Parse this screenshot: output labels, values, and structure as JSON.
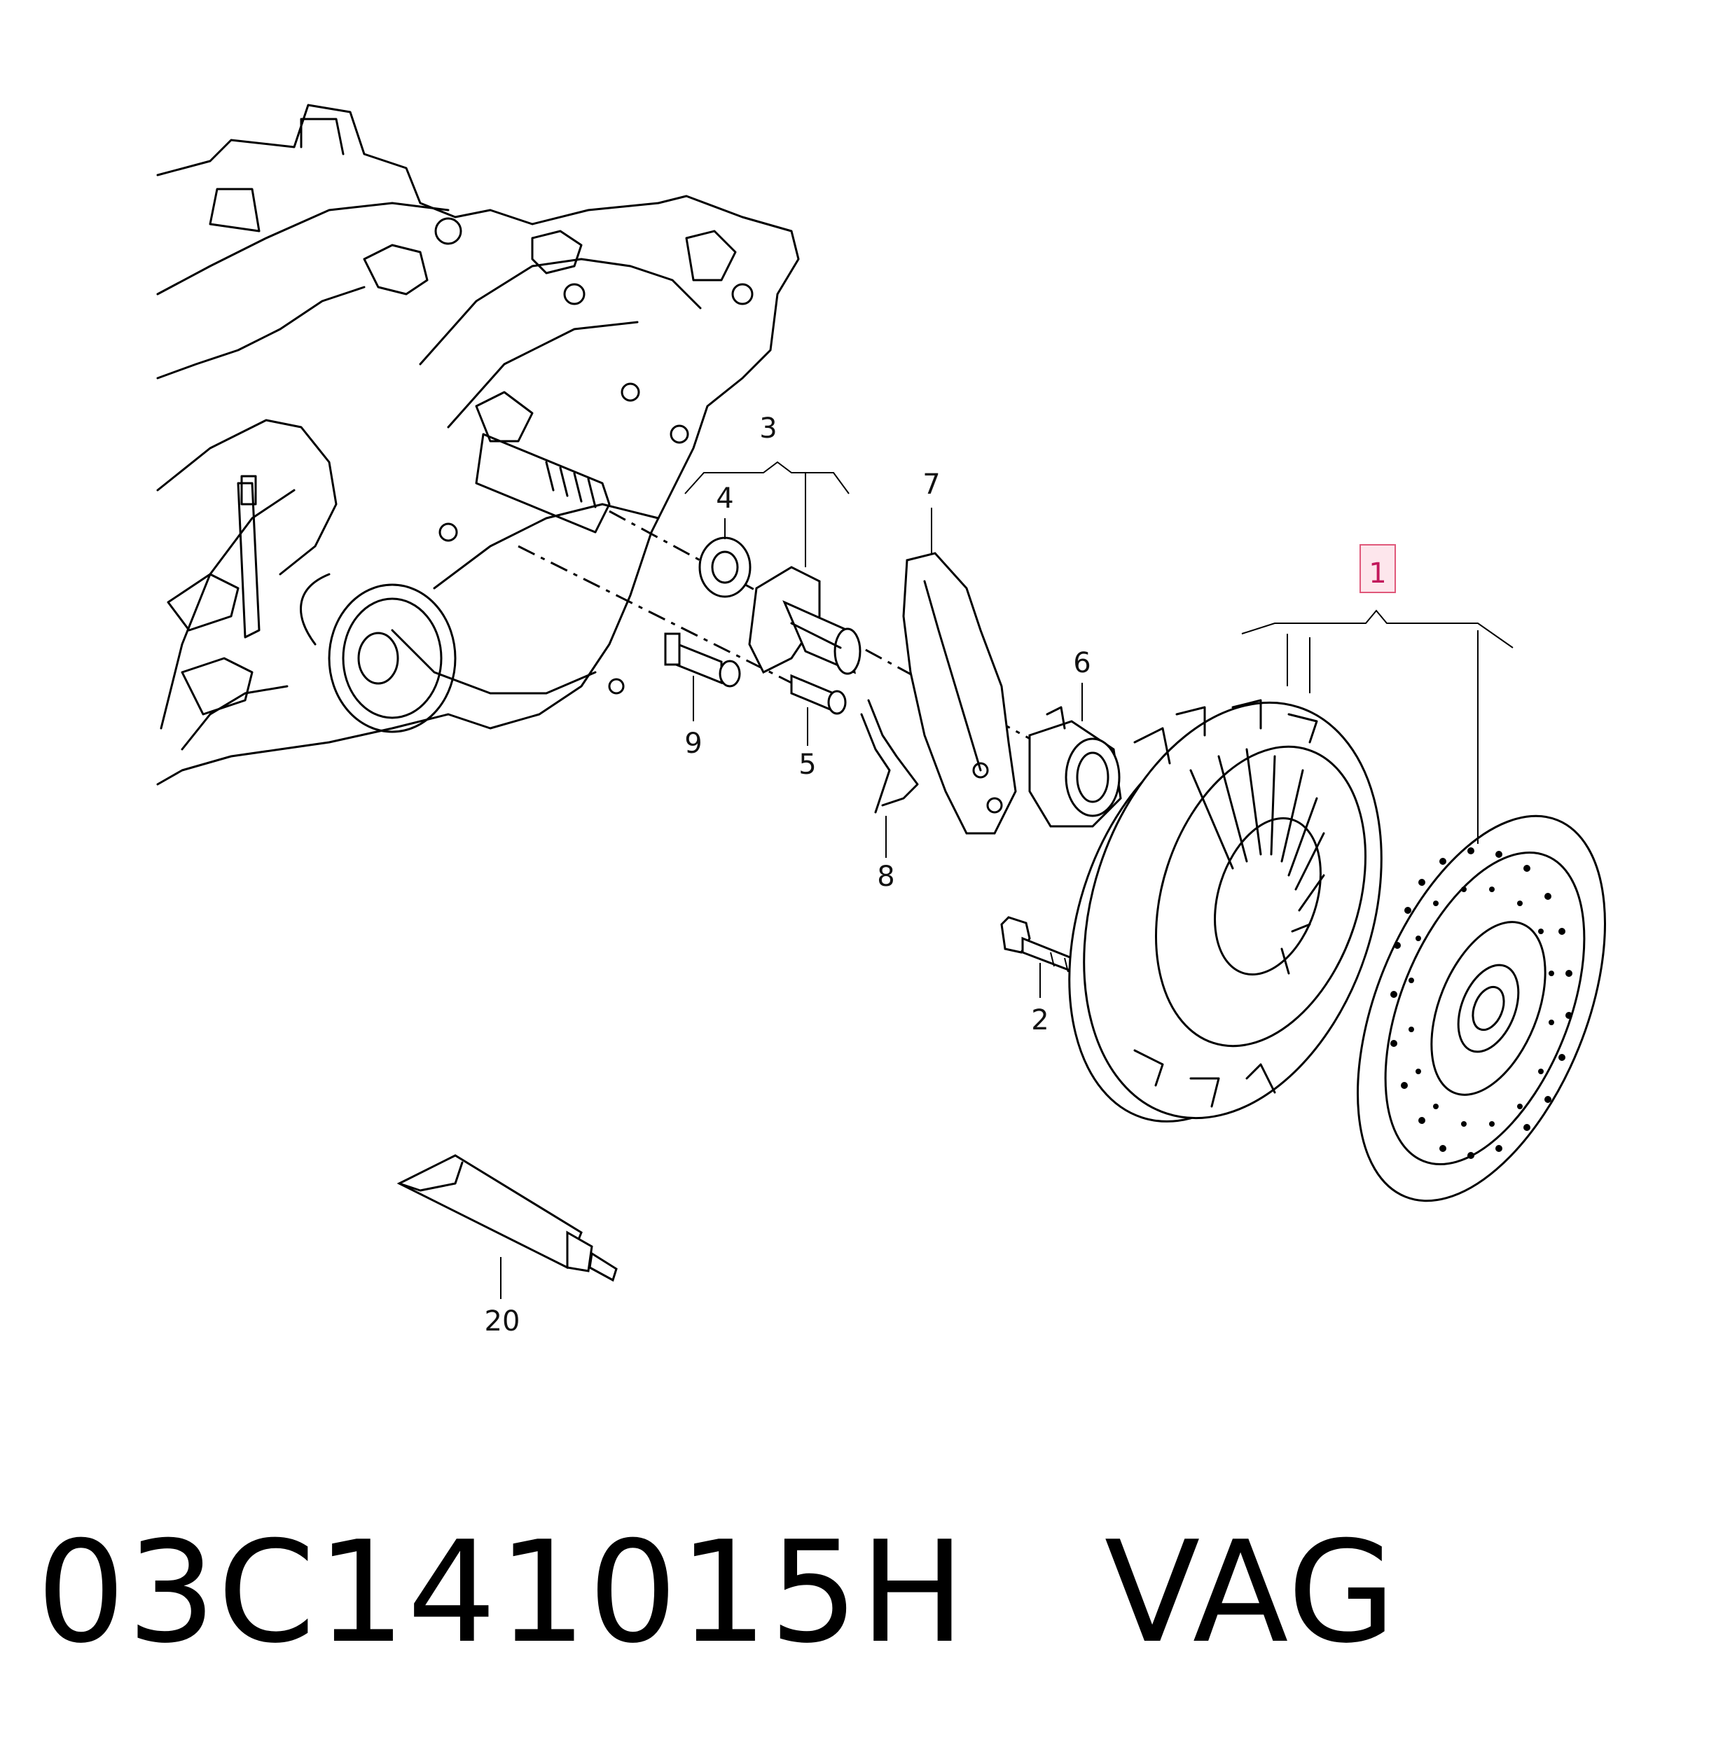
{
  "callouts": {
    "c1": "1",
    "c2": "2",
    "c3": "3",
    "c4": "4",
    "c5": "5",
    "c6": "6",
    "c7": "7",
    "c8": "8",
    "c9": "9",
    "c20": "20"
  },
  "highlight_color": "#e0587a",
  "caption": "03C141015H   VAG"
}
